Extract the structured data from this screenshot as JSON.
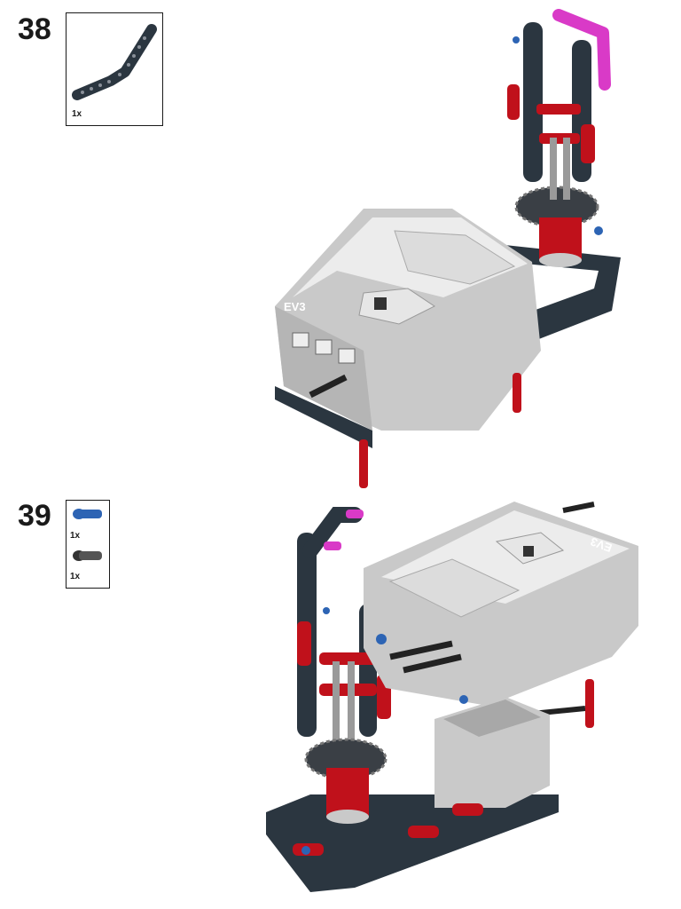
{
  "steps": [
    {
      "number": "38",
      "parts": [
        {
          "name": "dark-gray-angled-beam",
          "quantity": "1x"
        }
      ]
    },
    {
      "number": "39",
      "parts": [
        {
          "name": "blue-axle-pin",
          "quantity": "1x"
        },
        {
          "name": "black-friction-pin",
          "quantity": "1x"
        }
      ]
    }
  ],
  "brick_label": "EV3",
  "colors": {
    "dark_beam": "#2b3640",
    "red": "#c0111b",
    "magenta": "#d93ac7",
    "light_gray": "#c9c9c9",
    "white_gray": "#ececec",
    "blue": "#2d64b4"
  },
  "icons": [
    "angled-beam-part-icon",
    "blue-axle-pin-part-icon",
    "black-pin-part-icon"
  ]
}
